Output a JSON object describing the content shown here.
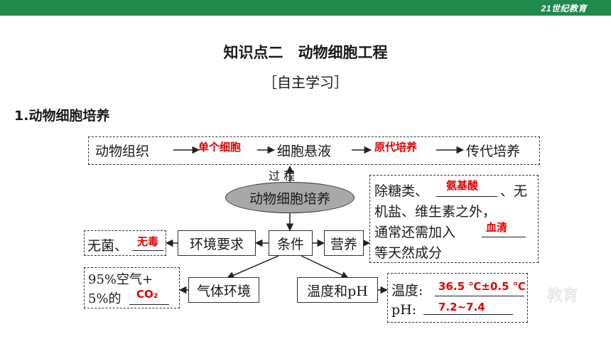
{
  "header": {
    "logo_text": "21世纪教育"
  },
  "title": "知识点二　动物细胞工程",
  "subtitle": "［自主学习］",
  "section_heading": "1.动物细胞培养",
  "diagram": {
    "top_row": {
      "start": "动物组织",
      "arrow1_answer": "单个细胞",
      "middle": "细胞悬液",
      "arrow2_answer": "原代培养",
      "end": "传代培养"
    },
    "process_label": "过 程",
    "center": "动物细胞培养",
    "condition": "条件",
    "environment": "环境要求",
    "sterile_prefix": "无菌、",
    "sterile_answer": "无毒",
    "nutrition": "营养",
    "nutrition_box": {
      "line1_prefix": "除糖类、",
      "line1_answer": "氨基酸",
      "line1_suffix": "、无",
      "line2": "机盐、维生素之外，",
      "line3_prefix": "通常还需加入",
      "line3_answer": "血清",
      "line4": "等天然成分"
    },
    "gas": "气体环境",
    "gas_box": {
      "line1": "95%空气+",
      "line2_prefix": "5%的",
      "line2_answer": "CO₂"
    },
    "temp_ph": "温度和pH",
    "temp_box": {
      "temp_label": "温度:",
      "temp_answer": "36.5 ℃±0.5 ℃",
      "ph_label": "pH:",
      "ph_answer": "7.2~7.4"
    }
  },
  "watermark": "教育"
}
